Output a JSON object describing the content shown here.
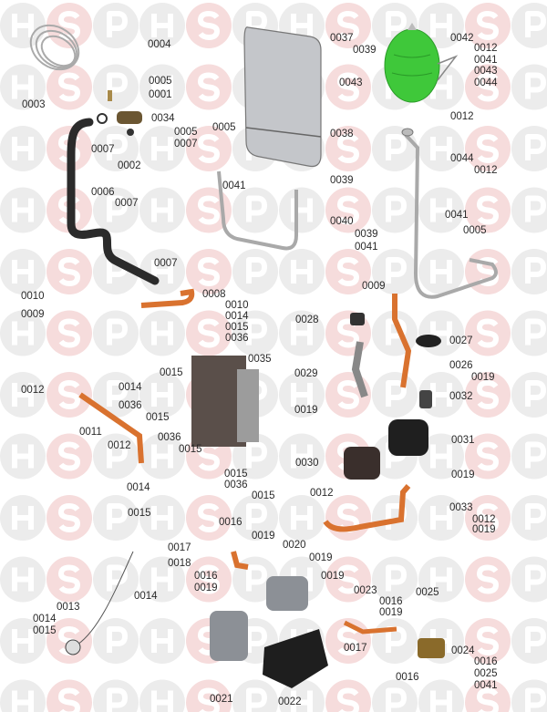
{
  "watermark": {
    "letters": [
      "H",
      "S",
      "P"
    ],
    "colors": {
      "neutral": "#ececec",
      "accent": "#f6dcdc"
    }
  },
  "labels": [
    "0004",
    "0005",
    "0001",
    "0003",
    "0034",
    "0005",
    "0007",
    "0007",
    "0002",
    "0006",
    "0007",
    "0007",
    "0010",
    "0008",
    "0010",
    "0014",
    "0015",
    "0036",
    "0009",
    "0005",
    "0041",
    "0037",
    "0039",
    "0038",
    "0039",
    "0040",
    "0039",
    "0041",
    "0043",
    "0042",
    "0012",
    "0041",
    "0043",
    "0044",
    "0012",
    "0044",
    "0012",
    "0041",
    "0005",
    "0009",
    "0028",
    "0027",
    "0035",
    "0029",
    "0026",
    "0019",
    "0032",
    "0019",
    "0031",
    "0030",
    "0019",
    "0012",
    "0033",
    "0012",
    "0019",
    "0015",
    "0012",
    "0014",
    "0036",
    "0015",
    "0011",
    "0012",
    "0036",
    "0015",
    "0015",
    "0036",
    "0014",
    "0015",
    "0015",
    "0016",
    "0019",
    "0020",
    "0019",
    "0017",
    "0018",
    "0016",
    "0019",
    "0014",
    "0013",
    "0014",
    "0015",
    "0019",
    "0023",
    "0016",
    "0019",
    "0025",
    "0017",
    "0024",
    "0016",
    "0025",
    "0041",
    "0016",
    "0021",
    "0022"
  ],
  "colors": {
    "copper": "#d9722f",
    "vessel": "#3fc83a",
    "hose": "#2b2b2b",
    "tank": "#b9bcc0",
    "brass": "#8a6a2a"
  }
}
